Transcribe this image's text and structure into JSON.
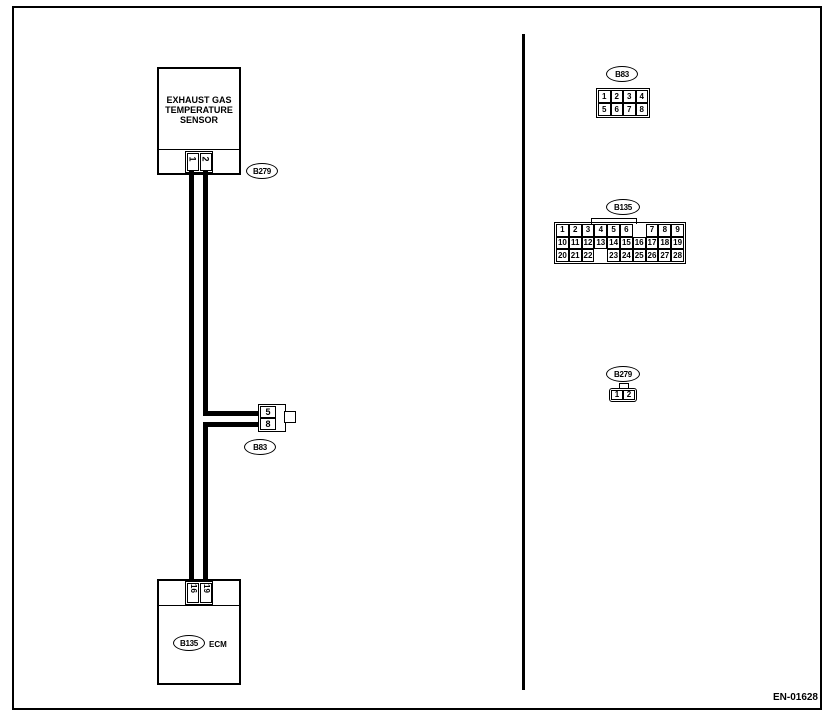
{
  "sensor": {
    "title": "EXHAUST GAS\nTEMPERATURE\nSENSOR",
    "pins": [
      "1",
      "2"
    ],
    "connector": "B279"
  },
  "joint": {
    "connector": "B83",
    "pins": [
      "5",
      "8"
    ]
  },
  "ecm": {
    "label": "ECM",
    "connector": "B135",
    "pins": [
      "16",
      "19"
    ]
  },
  "connector_views": {
    "b83": {
      "label": "B83",
      "rows": [
        [
          "1",
          "2",
          "3",
          "4"
        ],
        [
          "5",
          "6",
          "7",
          "8"
        ]
      ]
    },
    "b135": {
      "label": "B135",
      "row1": [
        "1",
        "2",
        "3",
        "4",
        "5",
        "6",
        "",
        "7",
        "8",
        "9"
      ],
      "row2": [
        "10",
        "11",
        "12",
        "13",
        "14",
        "15",
        "16",
        "17",
        "18",
        "19"
      ],
      "row3": [
        "20",
        "21",
        "22",
        "",
        "23",
        "24",
        "25",
        "26",
        "27",
        "28"
      ]
    },
    "b279": {
      "label": "B279",
      "pins": [
        "1",
        "2"
      ]
    }
  },
  "figure_code": "EN-01628"
}
